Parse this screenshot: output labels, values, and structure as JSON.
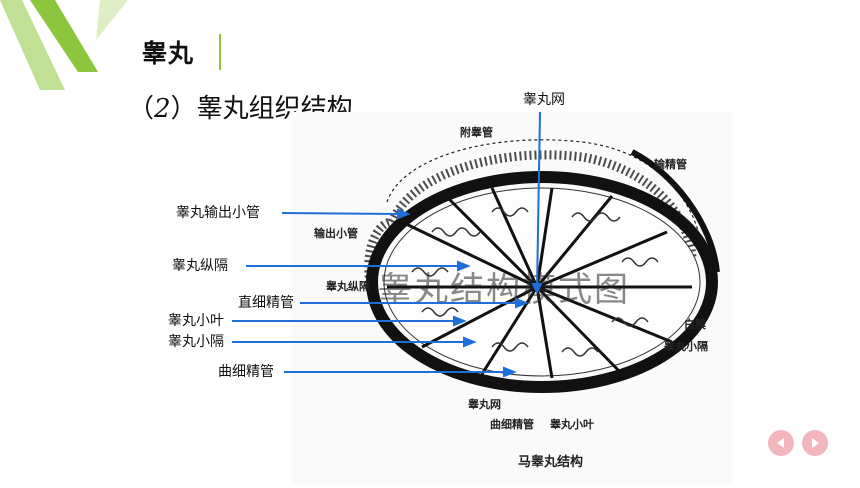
{
  "header": {
    "title": "睾丸"
  },
  "subtitle": {
    "prefix": "（",
    "number": "2",
    "text": "）睾丸组织结构"
  },
  "watermark": "睾丸结构模式图",
  "callouts": {
    "rete_testis": "睾丸网",
    "efferent_ductules": "睾丸输出小管",
    "mediastinum": "睾丸纵隔",
    "straight_tubule": "直细精管",
    "lobule": "睾丸小叶",
    "septa": "睾丸小隔",
    "convoluted_tubule": "曲细精管"
  },
  "figure_labels": {
    "epididymis": "附睾管",
    "vas_deferens": "输精管",
    "efferent": "输出小管",
    "mediastinum": "睾丸纵隔",
    "albuginea": "白膜",
    "septa": "睾丸小隔",
    "rete": "睾丸网",
    "convoluted": "曲细精管",
    "lobule": "睾丸小叶",
    "caption": "马睾丸结构"
  },
  "nav": {
    "prev_icon": "chevron-left-icon",
    "next_icon": "chevron-right-icon"
  },
  "colors": {
    "accent_green": "#8cc63f",
    "callout_line": "#1e6fd9",
    "nav_button": "#f4b6bd"
  }
}
